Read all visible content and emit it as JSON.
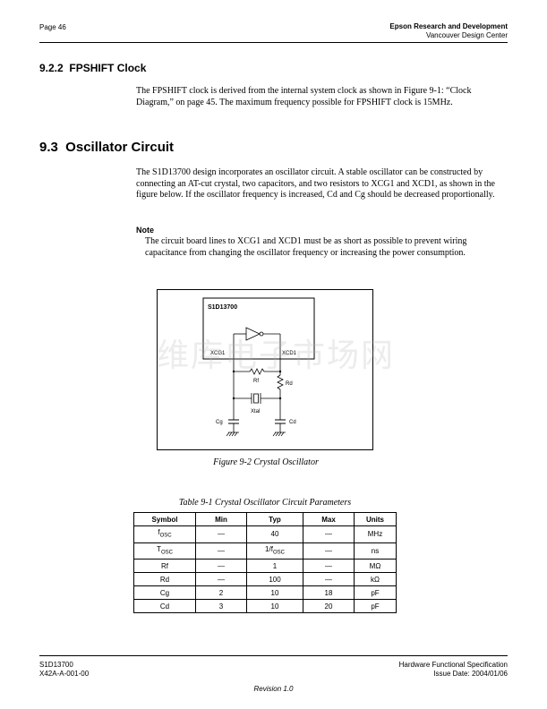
{
  "header": {
    "page": "Page 46",
    "company": "Epson Research and Development",
    "center": "Vancouver Design Center"
  },
  "section_922": {
    "heading": "9.2.2  FPSHIFT Clock",
    "paragraph": "The FPSHIFT clock is derived from the internal system clock as shown in Figure 9-1: “Clock Diagram,” on page 45. The maximum frequency possible for FPSHIFT clock is 15MHz."
  },
  "section_93": {
    "heading": "9.3  Oscillator Circuit",
    "paragraph": "The S1D13700 design incorporates an oscillator circuit. A stable oscillator can be constructed by connecting an AT-cut crystal, two capacitors, and two resistors to XCG1 and XCD1, as shown in the figure below. If the oscillator frequency is increased, Cd and Cg should be decreased proportionally.",
    "note_title": "Note",
    "note_body": "The circuit board lines to XCG1 and XCD1 must be as short as possible to prevent wiring capacitance from changing the oscillator frequency or increasing the power consumption."
  },
  "figure": {
    "chip_label": "S1D13700",
    "pin_left": "XCG1",
    "pin_right": "XCD1",
    "rf_label": "Rf",
    "rd_label": "Rd",
    "xtal_label": "Xtal",
    "cg_label": "Cg",
    "cd_label": "Cd",
    "caption": "Figure 9-2 Crystal Oscillator",
    "watermark": "维库电子市场网"
  },
  "table": {
    "caption": "Table 9-1 Crystal Oscillator Circuit Parameters",
    "headers": [
      "Symbol",
      "Min",
      "Typ",
      "Max",
      "Units"
    ],
    "rows": [
      {
        "symbol": "f",
        "sub": "OSC",
        "min": "—",
        "typ": "40",
        "typ_sub": "",
        "max": "—",
        "units": "MHz"
      },
      {
        "symbol": "T",
        "sub": "OSC",
        "min": "—",
        "typ": "1/f",
        "typ_sub": "OSC",
        "max": "—",
        "units": "ns"
      },
      {
        "symbol": "Rf",
        "sub": "",
        "min": "—",
        "typ": "1",
        "typ_sub": "",
        "max": "—",
        "units": "MΩ"
      },
      {
        "symbol": "Rd",
        "sub": "",
        "min": "—",
        "typ": "100",
        "typ_sub": "",
        "max": "—",
        "units": "kΩ"
      },
      {
        "symbol": "Cg",
        "sub": "",
        "min": "2",
        "typ": "10",
        "typ_sub": "",
        "max": "18",
        "units": "pF"
      },
      {
        "symbol": "Cd",
        "sub": "",
        "min": "3",
        "typ": "10",
        "typ_sub": "",
        "max": "20",
        "units": "pF"
      }
    ]
  },
  "footer": {
    "left_line1": "S1D13700",
    "left_line2": "X42A-A-001-00",
    "right_line1": "Hardware Functional Specification",
    "right_line2": "Issue Date: 2004/01/06",
    "revision": "Revision 1.0"
  }
}
